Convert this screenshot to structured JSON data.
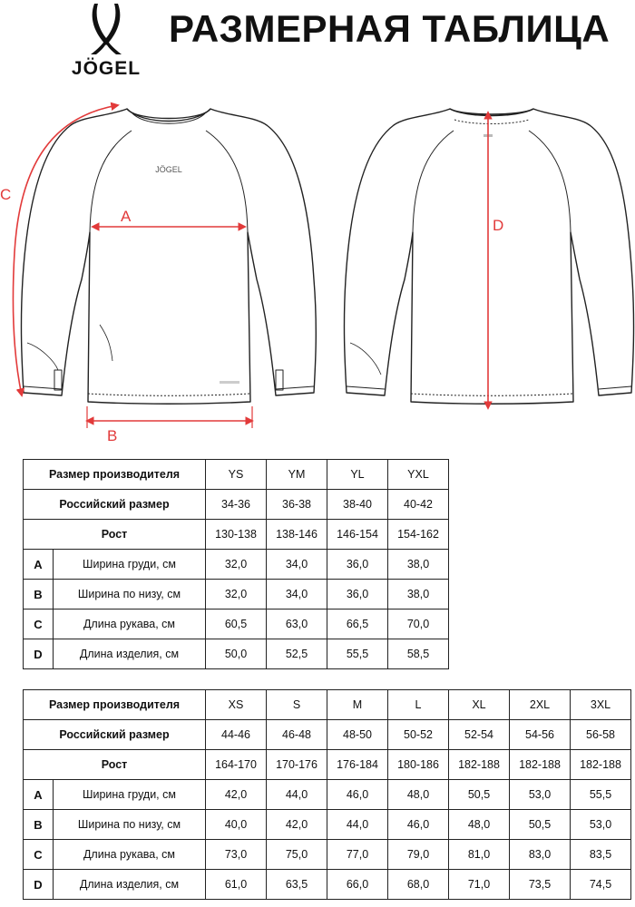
{
  "brand": {
    "name": "JÖGEL",
    "colors": {
      "text": "#111111",
      "accent": "#e23a3a",
      "line": "#222222"
    }
  },
  "title": "РАЗМЕРНАЯ ТАБЛИЦА",
  "diagram": {
    "labels": {
      "a": "A",
      "b": "B",
      "c": "C",
      "d": "D"
    },
    "front_print": "JÖGEL"
  },
  "table_1": {
    "header_label": "Размер производителя",
    "sizes": [
      "YS",
      "YM",
      "YL",
      "YXL"
    ],
    "rows": [
      {
        "label": "Российский размер",
        "values": [
          "34-36",
          "36-38",
          "38-40",
          "40-42"
        ]
      },
      {
        "label": "Рост",
        "values": [
          "130-138",
          "138-146",
          "146-154",
          "154-162"
        ]
      },
      {
        "letter": "A",
        "label": "Ширина груди, см",
        "values": [
          "32,0",
          "34,0",
          "36,0",
          "38,0"
        ]
      },
      {
        "letter": "B",
        "label": "Ширина по низу, см",
        "values": [
          "32,0",
          "34,0",
          "36,0",
          "38,0"
        ]
      },
      {
        "letter": "C",
        "label": "Длина рукава, см",
        "values": [
          "60,5",
          "63,0",
          "66,5",
          "70,0"
        ]
      },
      {
        "letter": "D",
        "label": "Длина изделия, см",
        "values": [
          "50,0",
          "52,5",
          "55,5",
          "58,5"
        ]
      }
    ]
  },
  "table_2": {
    "header_label": "Размер производителя",
    "sizes": [
      "XS",
      "S",
      "M",
      "L",
      "XL",
      "2XL",
      "3XL"
    ],
    "rows": [
      {
        "label": "Российский размер",
        "values": [
          "44-46",
          "46-48",
          "48-50",
          "50-52",
          "52-54",
          "54-56",
          "56-58"
        ]
      },
      {
        "label": "Рост",
        "values": [
          "164-170",
          "170-176",
          "176-184",
          "180-186",
          "182-188",
          "182-188",
          "182-188"
        ]
      },
      {
        "letter": "A",
        "label": "Ширина груди, см",
        "values": [
          "42,0",
          "44,0",
          "46,0",
          "48,0",
          "50,5",
          "53,0",
          "55,5"
        ]
      },
      {
        "letter": "B",
        "label": "Ширина по низу, см",
        "values": [
          "40,0",
          "42,0",
          "44,0",
          "46,0",
          "48,0",
          "50,5",
          "53,0"
        ]
      },
      {
        "letter": "C",
        "label": "Длина рукава, см",
        "values": [
          "73,0",
          "75,0",
          "77,0",
          "79,0",
          "81,0",
          "83,0",
          "83,5"
        ]
      },
      {
        "letter": "D",
        "label": "Длина изделия, см",
        "values": [
          "61,0",
          "63,5",
          "66,0",
          "68,0",
          "71,0",
          "73,5",
          "74,5"
        ]
      }
    ]
  }
}
